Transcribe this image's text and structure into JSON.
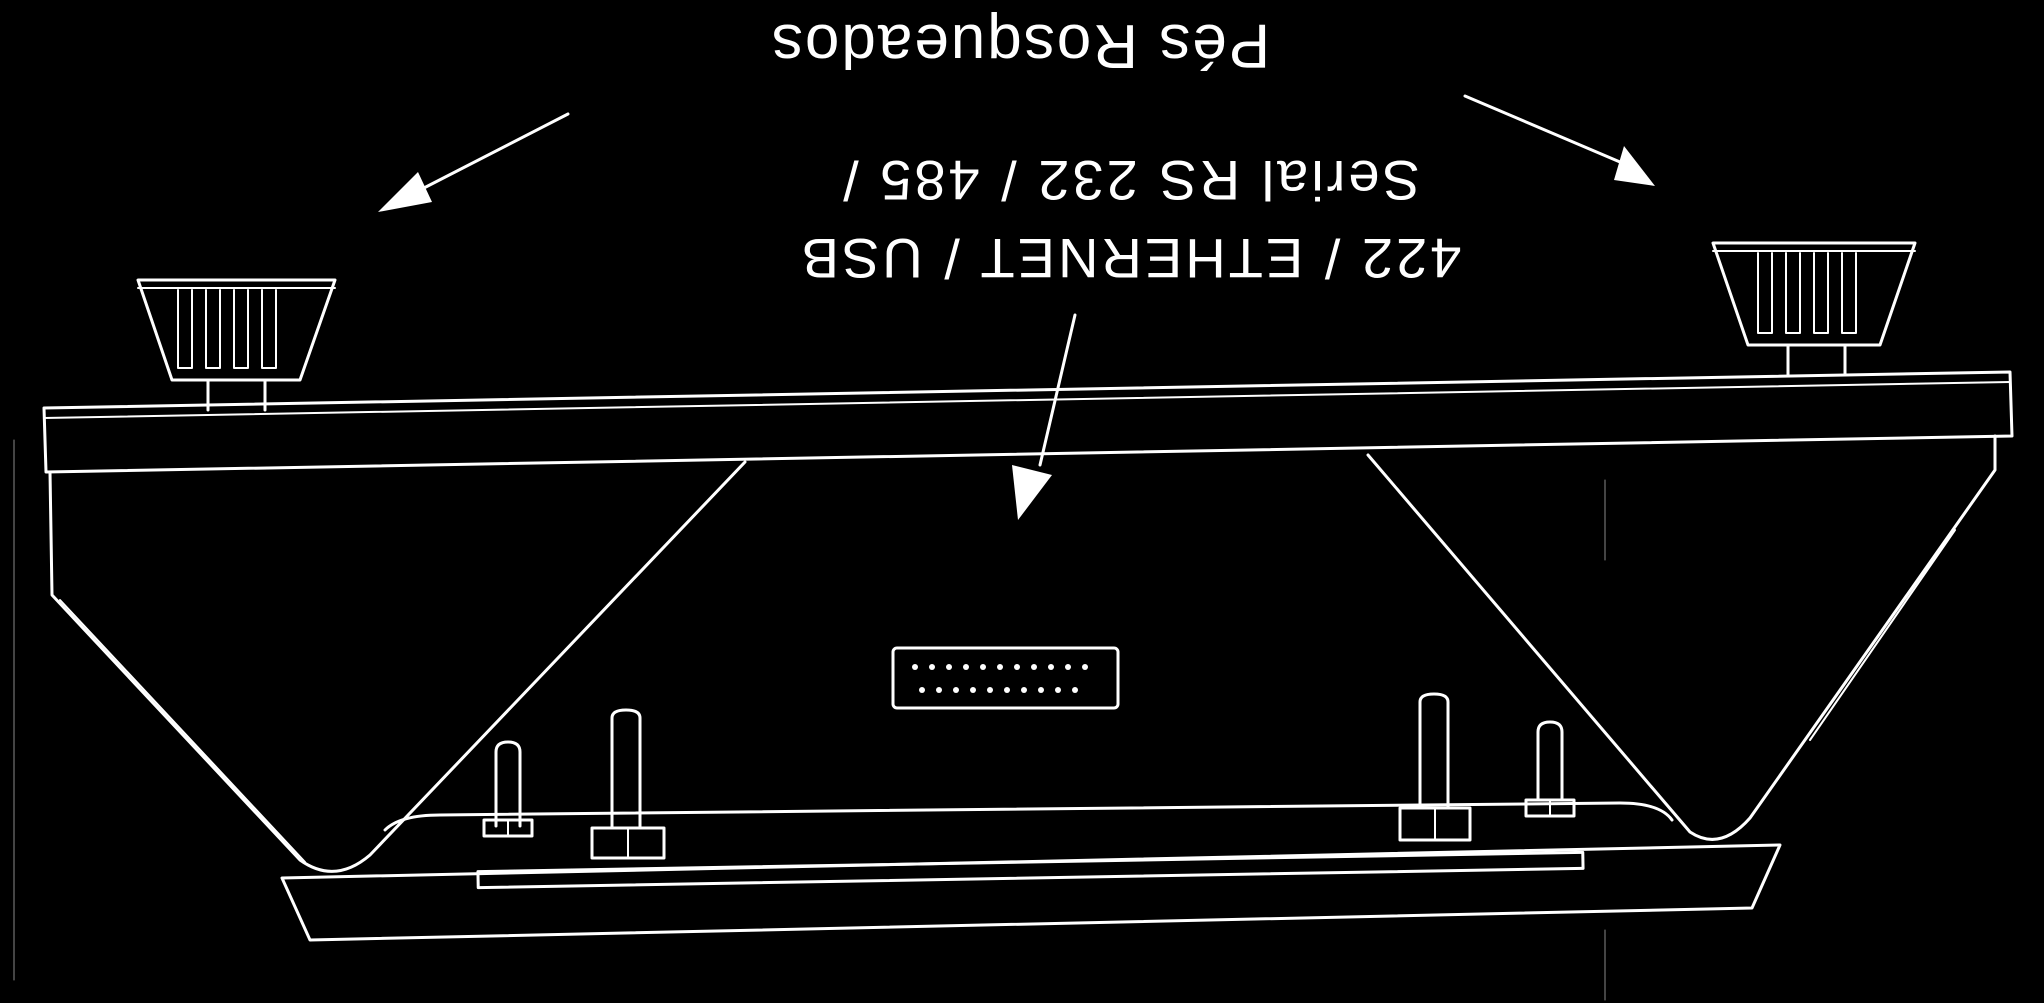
{
  "labels": {
    "threaded_feet": "Pés Rosqueados",
    "interfaces_line_1": "Serial RS 232 / 485 /",
    "interfaces_line_2": "422 / ETHERNET / USB"
  },
  "colors": {
    "background": "#000000",
    "line": "#ffffff"
  }
}
